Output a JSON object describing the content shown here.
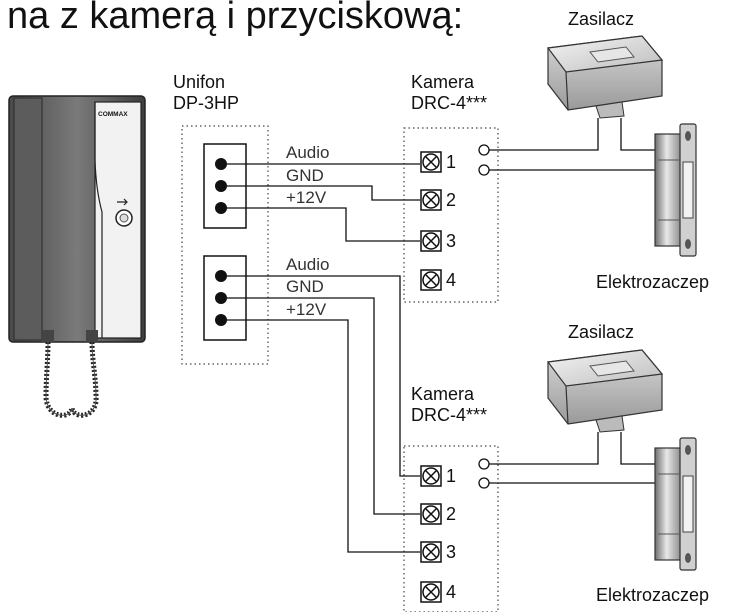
{
  "title": "na z kamerą i przyciskową:",
  "unifon": {
    "name": "Unifon",
    "model": "DP-3HP",
    "brand": "COMMAX"
  },
  "wire_labels": [
    "Audio",
    "GND",
    "+12V"
  ],
  "terminal_numbers": [
    "1",
    "2",
    "3",
    "4"
  ],
  "camera_top": {
    "name": "Kamera",
    "model": "DRC-4***"
  },
  "camera_bottom": {
    "name": "Kamera",
    "model": "DRC-4***"
  },
  "supply_top": "Zasilacz",
  "supply_bottom": "Zasilacz",
  "lock_top": "Elektrozaczep",
  "lock_bottom": "Elektrozaczep"
}
